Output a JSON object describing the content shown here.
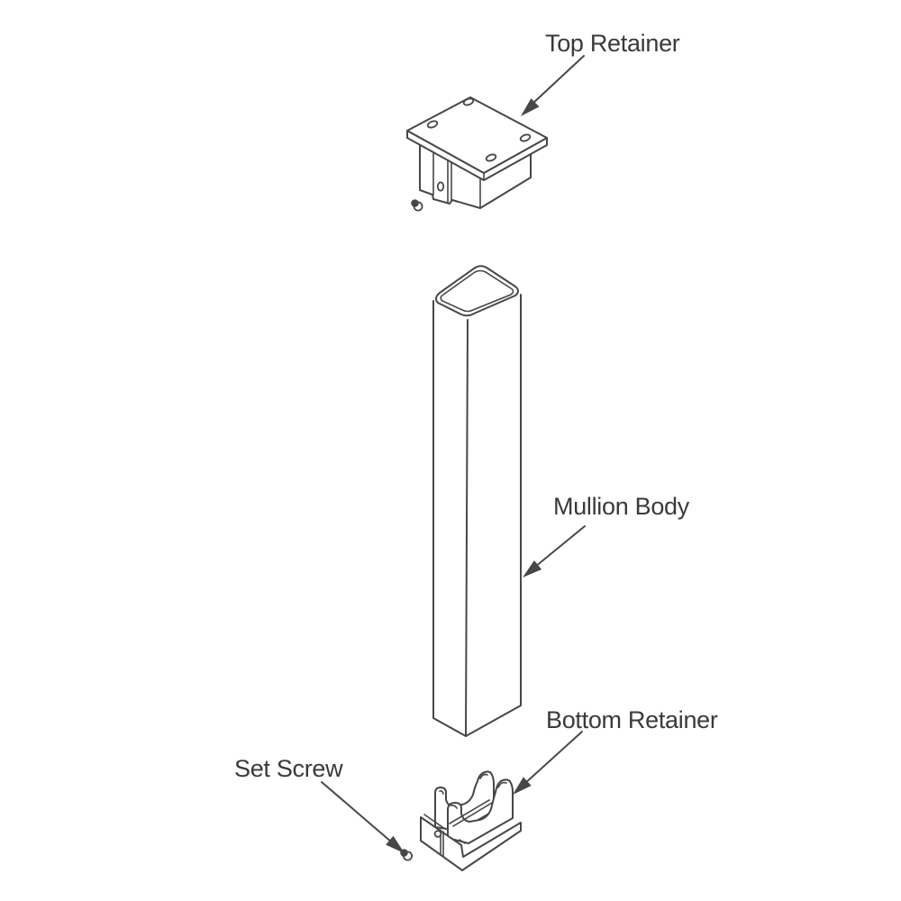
{
  "page": {
    "kind": "exploded-assembly-diagram",
    "background": "#ffffff"
  },
  "colors": {
    "background": "#ffffff",
    "line": "#474747",
    "text": "#3a3a3a"
  },
  "labels": {
    "top_retainer": "Top Retainer",
    "mullion_body": "Mullion Body",
    "bottom_retainer": "Bottom Retainer",
    "set_screw": "Set Screw"
  },
  "parts": [
    {
      "name": "top-retainer",
      "label": "Top Retainer"
    },
    {
      "name": "mullion-body",
      "label": "Mullion Body"
    },
    {
      "name": "bottom-retainer",
      "label": "Bottom Retainer"
    },
    {
      "name": "set-screw",
      "label": "Set Screw"
    }
  ]
}
